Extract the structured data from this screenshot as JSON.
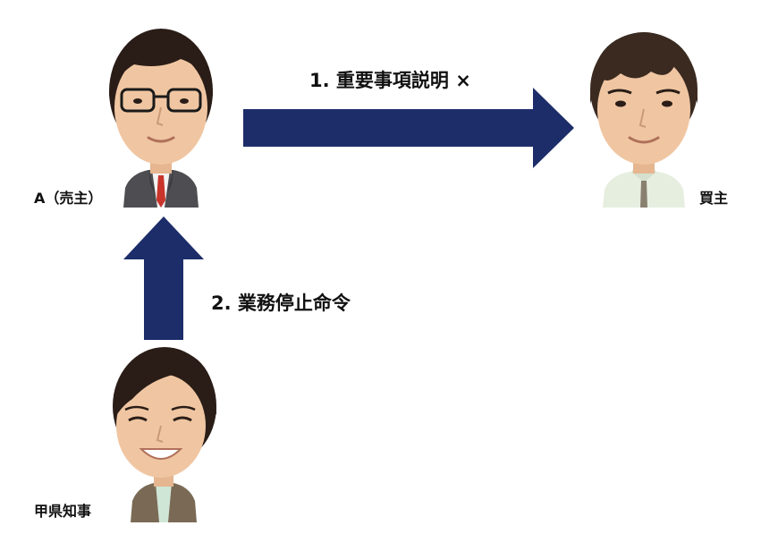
{
  "people": {
    "seller": {
      "label": "A（売主）"
    },
    "buyer": {
      "label": "買主"
    },
    "governor": {
      "label": "甲県知事"
    }
  },
  "steps": {
    "step1": "1. 重要事項説明 ×",
    "step2": "2. 業務停止命令"
  },
  "colors": {
    "arrow": "#1d2d6a",
    "skin": "#f0c6a2",
    "hair": "#2a1d17",
    "seller_suit": "#4e4e52",
    "seller_tie": "#c9342b",
    "buyer_shirt": "#e6eee0",
    "buyer_tie": "#8a8070",
    "governor_jacket": "#7a6a55",
    "governor_top": "#cfe6d6"
  },
  "icons": {
    "seller": "man-with-glasses-icon",
    "buyer": "young-man-icon",
    "governor": "woman-icon"
  }
}
